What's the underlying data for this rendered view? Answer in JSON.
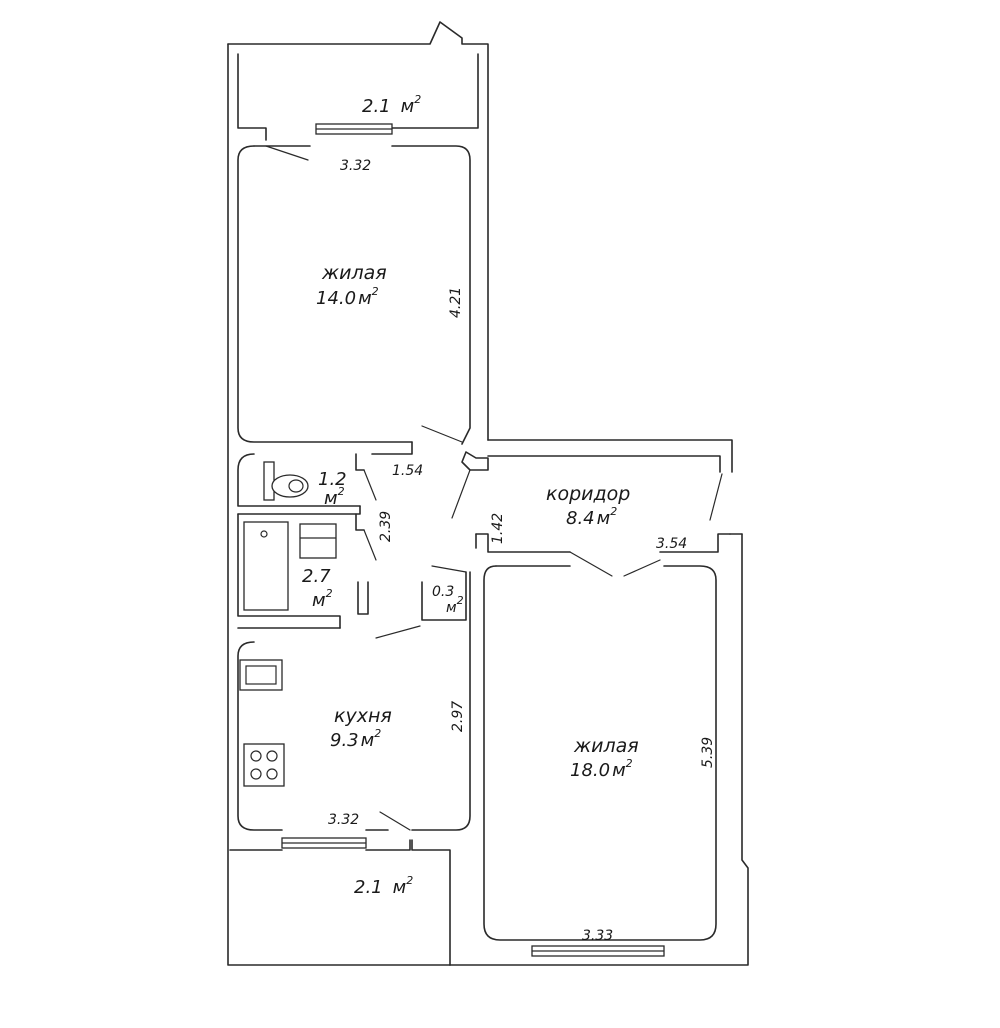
{
  "rooms": {
    "balcony_top": {
      "area": "2.1",
      "unit": "м",
      "exp": "2"
    },
    "living_top": {
      "name": "жилая",
      "area": "14.0",
      "unit": "м",
      "exp": "2"
    },
    "toilet": {
      "area": "1.2",
      "unit": "м",
      "exp": "2"
    },
    "bathroom": {
      "area": "2.7",
      "unit": "м",
      "exp": "2"
    },
    "closet": {
      "area": "0.3",
      "unit": "м",
      "exp": "2"
    },
    "corridor": {
      "name": "коридор",
      "area": "8.4",
      "unit": "м",
      "exp": "2"
    },
    "kitchen": {
      "name": "кухня",
      "area": "9.3",
      "unit": "м",
      "exp": "2"
    },
    "living_bottom": {
      "name": "жилая",
      "area": "18.0",
      "unit": "м",
      "exp": "2"
    },
    "balcony_bottom": {
      "area": "2.1",
      "unit": "м",
      "exp": "2"
    }
  },
  "dimensions": {
    "living_top_width": "3.32",
    "living_top_length": "4.21",
    "hall_width": "1.54",
    "bath_length": "2.39",
    "corridor_width": "1.42",
    "corridor_length": "3.54",
    "kitchen_length": "2.97",
    "kitchen_width": "3.32",
    "living_bottom_length": "5.39",
    "living_bottom_width": "3.33"
  }
}
